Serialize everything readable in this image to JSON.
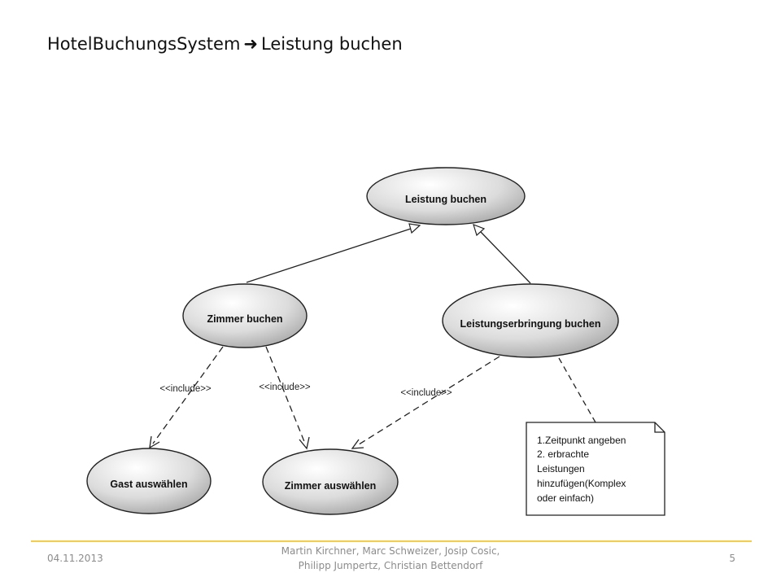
{
  "title": {
    "left": "HotelBuchungsSystem",
    "arrow_icon": "right-arrow-icon",
    "right": "Leistung buchen"
  },
  "diagram": {
    "use_cases": {
      "leistung_buchen": "Leistung buchen",
      "zimmer_buchen": "Zimmer buchen",
      "leistungserbringung_buchen": "Leistungserbringung buchen",
      "gast_auswaehlen": "Gast auswählen",
      "zimmer_auswaehlen": "Zimmer auswählen"
    },
    "stereotypes": {
      "include_1": "<<include>>",
      "include_2": "<<include>>",
      "include_3": "<<include>>"
    },
    "note": {
      "line_1": "1.Zeitpunkt angeben",
      "line_2": "2. erbrachte",
      "line_3": "Leistungen",
      "line_4": "hinzufügen(Komplex",
      "line_5": "oder einfach)"
    }
  },
  "footer": {
    "date": "04.11.2013",
    "authors_line_1": "Martin Kirchner, Marc Schweizer, Josip Cosic,",
    "authors_line_2": "Philipp Jumpertz, Christian Bettendorf",
    "page": "5"
  }
}
